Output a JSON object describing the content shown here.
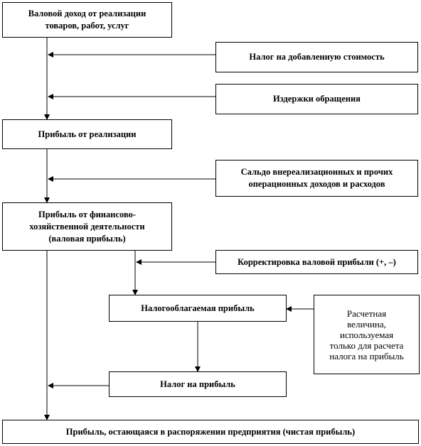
{
  "nodes": {
    "gross_income": "Валовой доход от реализации\nтоваров, работ, услуг",
    "vat": "Налог на добавленную стоимость",
    "costs": "Издержки обращения",
    "sales_profit": "Прибыль от реализации",
    "balance": "Сальдо внереализационных и прочих\nоперационных доходов и расходов",
    "fin_profit": "Прибыль от финансово-\nхозяйственной деятельности\n(валовая прибыль)",
    "adjustment": "Корректировка валовой прибыли (+, –)",
    "taxable_profit": "Налогооблагаемая  прибыль",
    "calc_value": "Расчетная\nвеличина,\nиспользуемая\nтолько для расчета\nналога на прибыль",
    "profit_tax": "Налог на прибыль",
    "net_profit": "Прибыль, остающаяся  в распоряжении предприятия (чистая прибыль)"
  },
  "edges": [
    {
      "from": "gross_income",
      "to": "sales_profit"
    },
    {
      "from": "vat",
      "to": "sales_profit"
    },
    {
      "from": "costs",
      "to": "sales_profit"
    },
    {
      "from": "sales_profit",
      "to": "fin_profit"
    },
    {
      "from": "balance",
      "to": "fin_profit"
    },
    {
      "from": "fin_profit",
      "to": "taxable_profit"
    },
    {
      "from": "adjustment",
      "to": "taxable_profit"
    },
    {
      "from": "calc_value",
      "to": "taxable_profit"
    },
    {
      "from": "taxable_profit",
      "to": "profit_tax"
    },
    {
      "from": "profit_tax",
      "to": "net_profit"
    },
    {
      "from": "fin_profit",
      "to": "net_profit"
    }
  ]
}
